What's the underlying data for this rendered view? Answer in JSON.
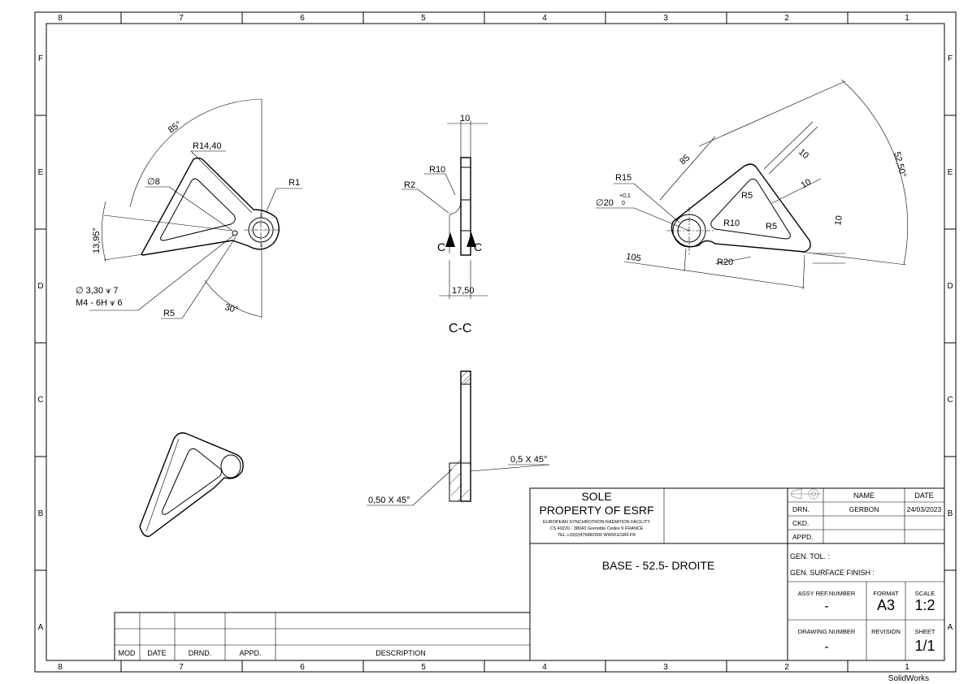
{
  "grid": {
    "columns": [
      "8",
      "7",
      "6",
      "5",
      "4",
      "3",
      "2",
      "1"
    ],
    "rows": [
      "F",
      "E",
      "D",
      "C",
      "B",
      "A"
    ]
  },
  "views": {
    "front": {
      "dims": {
        "angle_85": "85°",
        "r14_40": "R14,40",
        "r1": "R1",
        "dia8": "∅8",
        "angle_13_95": "13,95°",
        "hole_line1": "∅ 3,30 ⩛ 7",
        "hole_line2": "M4 - 6H ⩛ 6",
        "r5": "R5",
        "angle_30": "30°"
      }
    },
    "section": {
      "dims": {
        "w10": "10",
        "r10": "R10",
        "r2": "R2",
        "cut_left": "C",
        "cut_right": "C",
        "w17_50": "17,50"
      },
      "label": "C-C"
    },
    "right": {
      "dims": {
        "r15": "R15",
        "d85": "85",
        "t10a": "10",
        "t10b": "10",
        "t10c": "10",
        "angle_52_50": "52,50°",
        "r5a": "R5",
        "r10": "R10",
        "r5b": "R5",
        "dia20": "∅20",
        "tol_up": "+0,1",
        "tol_low": "0",
        "d105": "105",
        "r20": "R20"
      }
    },
    "lower": {
      "chamfer1": "0,5 X 45°",
      "chamfer2": "0,50 X 45°"
    }
  },
  "revision_table": {
    "headers": [
      "MOD",
      "DATE",
      "DRND.",
      "APPD.",
      "DESCRIPTION"
    ]
  },
  "title_block": {
    "company_line1": "SOLE",
    "company_line2": "PROPERTY OF ESRF",
    "company_line3": "EUROPEAN SYNCHROTRON RADIATION FACILITY",
    "company_line4": "CS 40220 - 38043 Grenoble Cedex 9 FRANCE",
    "company_line5": "TEL.+33(0)476882000 WWW.ESRF.FR",
    "name_header": "NAME",
    "date_header": "DATE",
    "drn_label": "DRN.",
    "drn_name": "GERBON",
    "drn_date": "24/03/2023",
    "ckd_label": "CKD.",
    "appd_label": "APPD.",
    "title": "BASE - 52.5- DROITE",
    "gen_tol": "GEN. TOL. :",
    "gen_surface": "GEN. SURFACE FINISH :",
    "assy_label": "ASSY REF.NUMBER",
    "assy_value": "-",
    "format_label": "FORMAT",
    "format_value": "A3",
    "scale_label": "SCALE",
    "scale_value": "1:2",
    "drawing_number_label": "DRAWING NUMBER",
    "drawing_number_value": "-",
    "revision_label": "REVISION",
    "sheet_label": "SHEET",
    "sheet_value": "1/1"
  },
  "footer": {
    "software": "SolidWorks"
  }
}
